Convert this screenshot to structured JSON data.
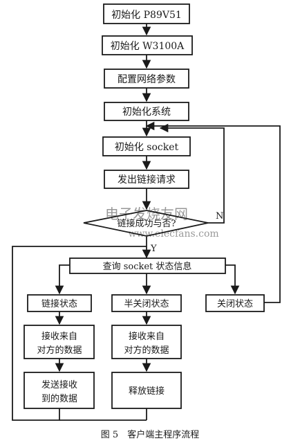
{
  "nodes": {
    "init_p89v51": "初始化 P89V51",
    "init_w3100a": "初始化 W3100A",
    "config_net": "配置网络参数",
    "init_system": "初始化系统",
    "init_socket": "初始化 socket",
    "send_request": "发出链接请求",
    "decision": "链接成功与否?",
    "query_status": "查询 socket 状态信息",
    "linked_state": "链接状态",
    "half_closed_state": "半关闭状态",
    "closed_state": "关闭状态",
    "recv_data_1_line1": "接收来自",
    "recv_data_1_line2": "对方的数据",
    "recv_data_2_line1": "接收来自",
    "recv_data_2_line2": "对方的数据",
    "send_recv_line1": "发送接收",
    "send_recv_line2": "到的数据",
    "release_link": "释放链接"
  },
  "labels": {
    "no": "N",
    "yes": "Y"
  },
  "watermark": {
    "text": "电子发烧友网",
    "url": "www.elecfans.com"
  },
  "caption": "图 5　客户端主程序流程"
}
